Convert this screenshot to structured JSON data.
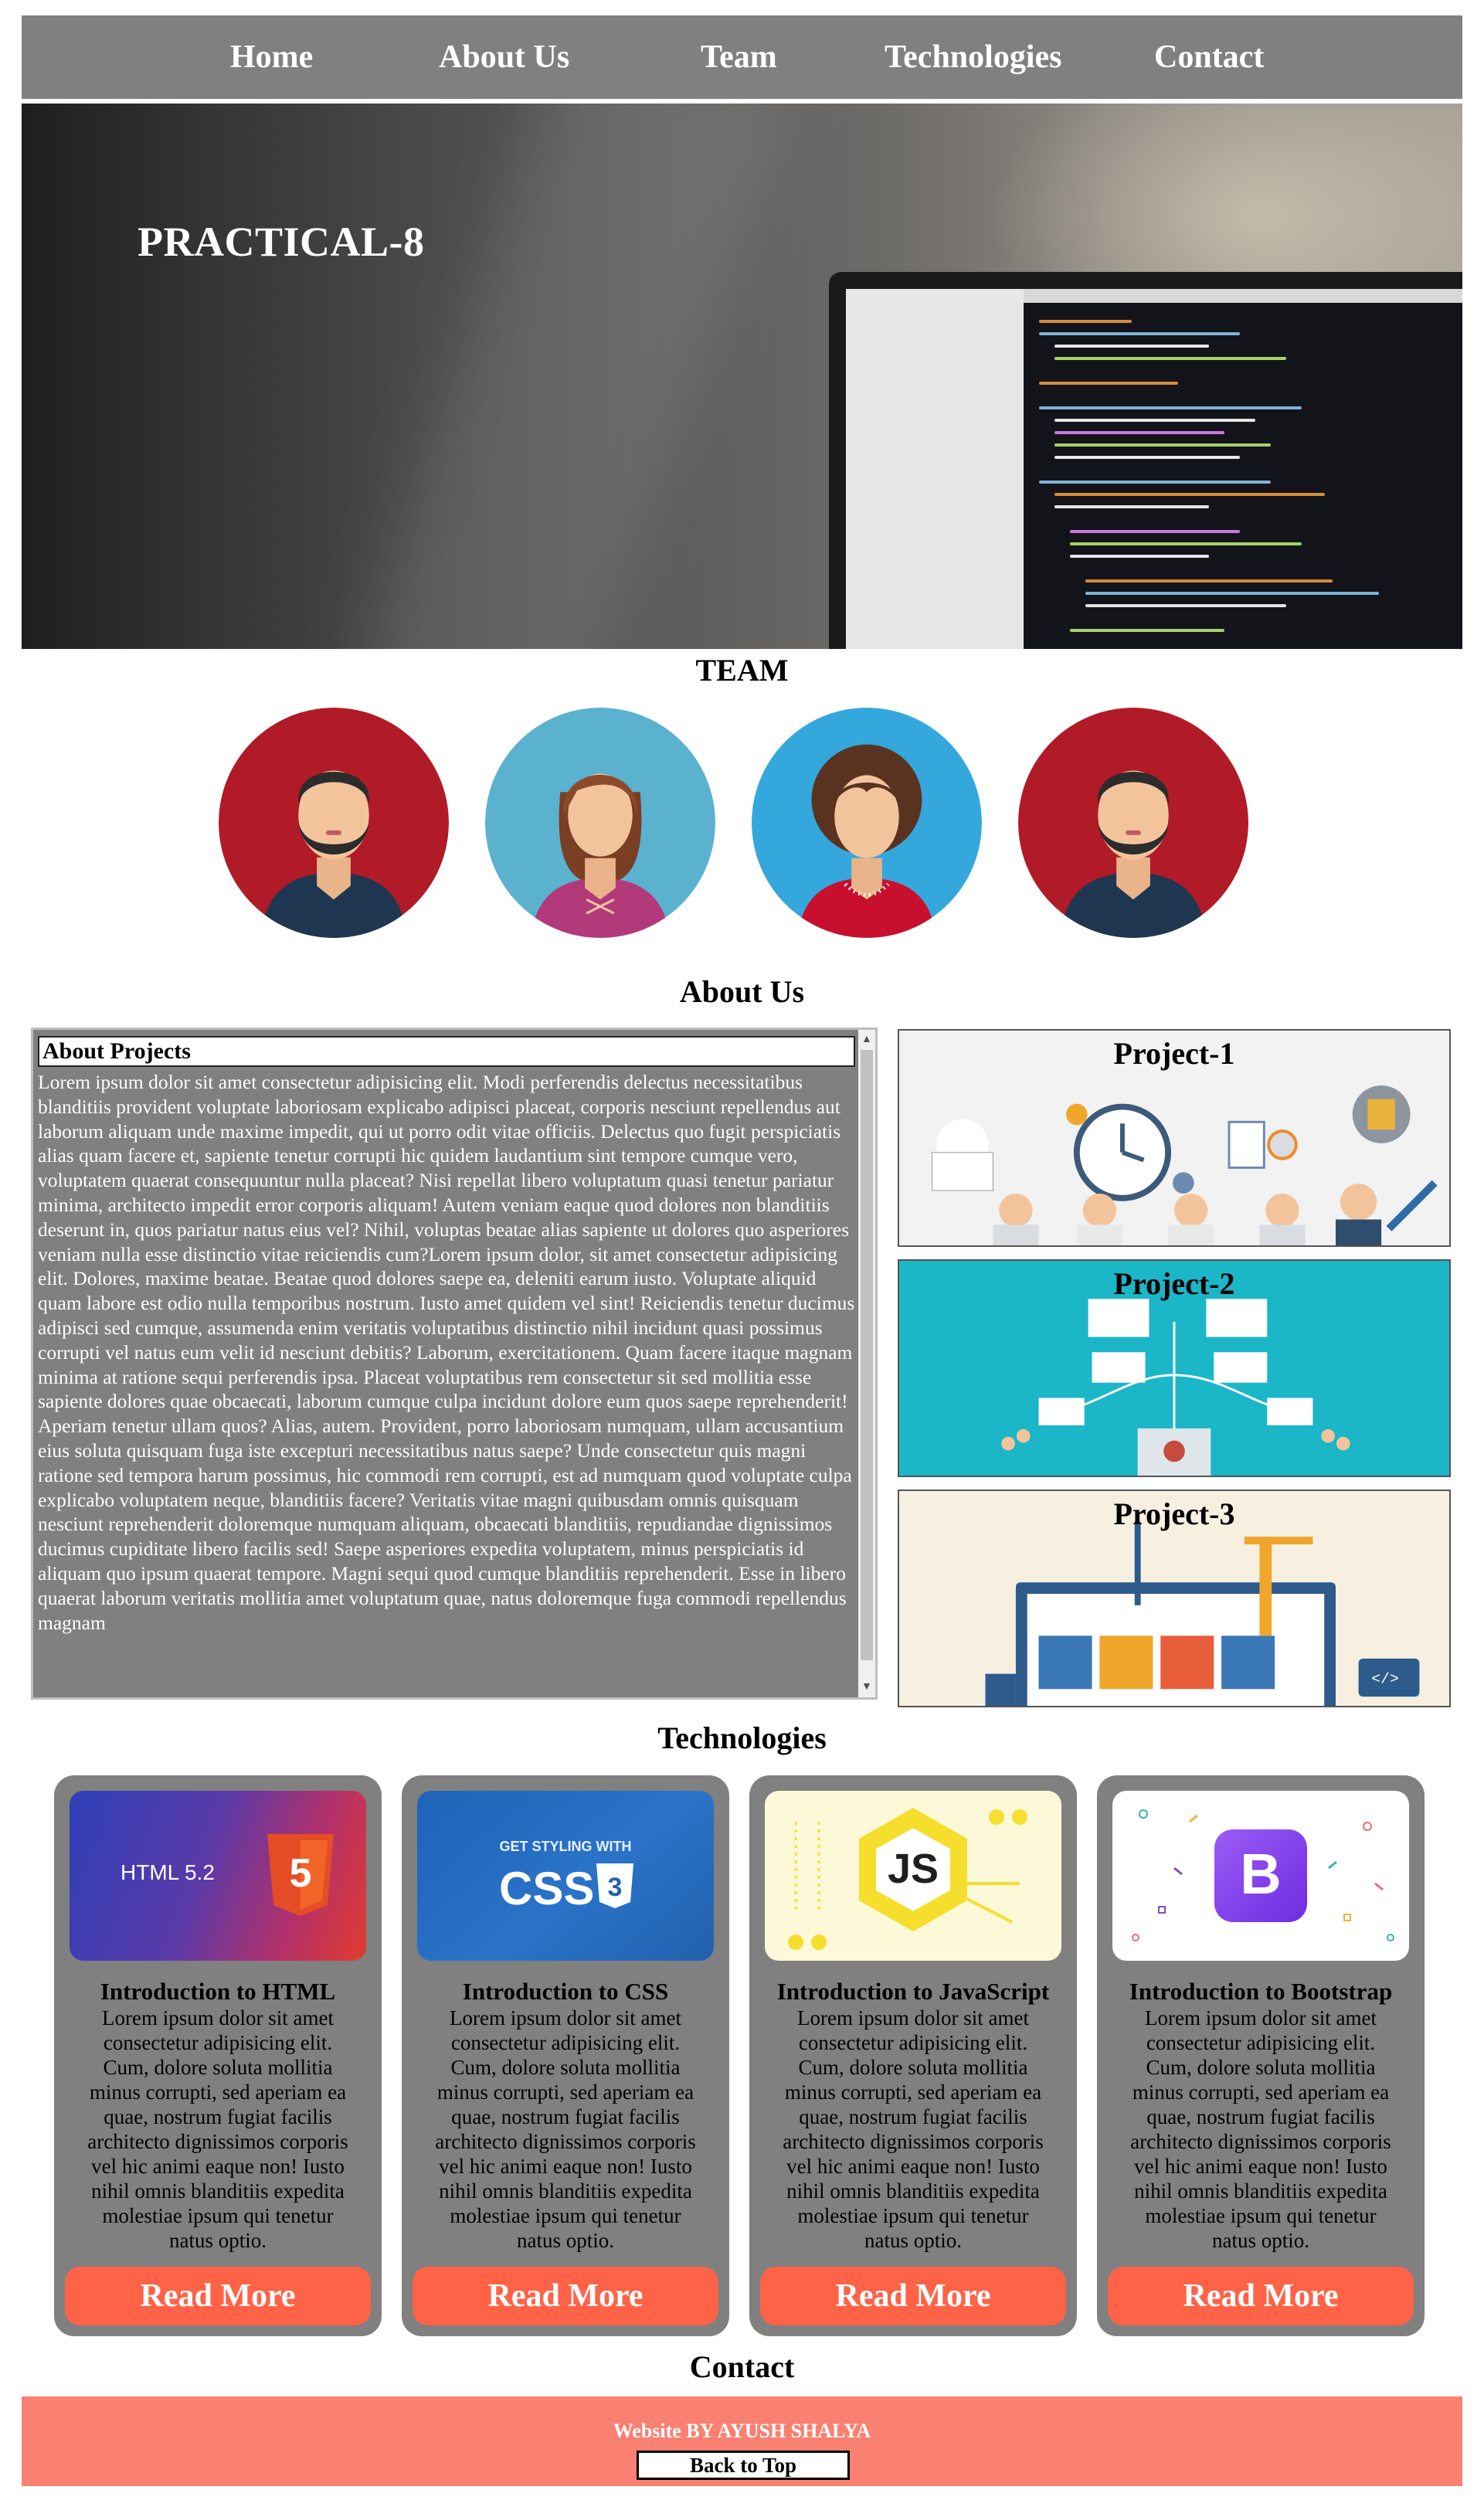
{
  "nav": {
    "items": [
      "Home",
      "About Us",
      "Team",
      "Technologies",
      "Contact"
    ]
  },
  "hero": {
    "title": "PRACTICAL-8"
  },
  "team": {
    "title": "TEAM",
    "members": [
      {
        "avatar": "man-beard-avatar",
        "bg": "#b01b27"
      },
      {
        "avatar": "woman-avatar",
        "bg": "#5bb2cf"
      },
      {
        "avatar": "woman-curly-avatar",
        "bg": "#34a8dc"
      },
      {
        "avatar": "man-beard-avatar",
        "bg": "#b01b27"
      }
    ]
  },
  "about": {
    "title": "About Us",
    "box_heading": "About Projects",
    "text": "Lorem ipsum dolor sit amet consectetur adipisicing elit. Modi perferendis delectus necessitatibus blanditiis provident voluptate laboriosam explicabo adipisci placeat, corporis nesciunt repellendus aut laborum aliquam unde maxime impedit, qui ut porro odit vitae officiis. Delectus quo fugit perspiciatis alias quam facere et, sapiente tenetur corrupti hic quidem laudantium sint tempore cumque vero, voluptatem quaerat consequuntur nulla placeat? Nisi repellat libero voluptatum quasi tenetur pariatur minima, architecto impedit error corporis aliquam! Autem veniam eaque quod dolores non blanditiis deserunt in, quos pariatur natus eius vel? Nihil, voluptas beatae alias sapiente ut dolores quo asperiores veniam nulla esse distinctio vitae reiciendis cum?Lorem ipsum dolor, sit amet consectetur adipisicing elit. Dolores, maxime beatae. Beatae quod dolores saepe ea, deleniti earum iusto. Voluptate aliquid quam labore est odio nulla temporibus nostrum. Iusto amet quidem vel sint! Reiciendis tenetur ducimus adipisci sed cumque, assumenda enim veritatis voluptatibus distinctio nihil incidunt quasi possimus corrupti vel natus eum velit id nesciunt debitis? Laborum, exercitationem. Quam facere itaque magnam minima at ratione sequi perferendis ipsa. Placeat voluptatibus rem consectetur sit sed mollitia esse sapiente dolores quae obcaecati, laborum cumque culpa incidunt dolore eum quos saepe reprehenderit! Aperiam tenetur ullam quos? Alias, autem. Provident, porro laboriosam numquam, ullam accusantium eius soluta quisquam fuga iste excepturi necessitatibus natus saepe? Unde consectetur quis magni ratione sed tempora harum possimus, hic commodi rem corrupti, est ad numquam quod voluptate culpa explicabo voluptatem neque, blanditiis facere? Veritatis vitae magni quibusdam omnis quisquam nesciunt reprehenderit doloremque numquam aliquam, obcaecati blanditiis, repudiandae dignissimos ducimus cupiditate libero facilis sed! Saepe asperiores expedita voluptatem, minus perspiciatis id aliquam quo ipsum quaerat tempore. Magni sequi quod cumque blanditiis reprehenderit. Esse in libero quaerat laborum veritatis mollitia amet voluptatum quae, natus doloremque fuga commodi repellendus magnam",
    "projects": [
      "Project-1",
      "Project-2",
      "Project-3"
    ]
  },
  "technologies": {
    "title": "Technologies",
    "cards": [
      {
        "title": "Introduction to HTML",
        "image_label": "HTML 5.2",
        "icon": "html5-icon",
        "text": "Lorem ipsum dolor sit amet consectetur adipisicing elit. Cum, dolore soluta mollitia minus corrupti, sed aperiam ea quae, nostrum fugiat facilis architecto dignissimos corporis vel hic animi eaque non! Iusto nihil omnis blanditiis expedita molestiae ipsum qui tenetur natus optio.",
        "button": "Read More"
      },
      {
        "title": "Introduction to CSS",
        "image_label": "GET STYLING WITH",
        "image_label2": "CSS",
        "icon": "css3-icon",
        "text": "Lorem ipsum dolor sit amet consectetur adipisicing elit. Cum, dolore soluta mollitia minus corrupti, sed aperiam ea quae, nostrum fugiat facilis architecto dignissimos corporis vel hic animi eaque non! Iusto nihil omnis blanditiis expedita molestiae ipsum qui tenetur natus optio.",
        "button": "Read More"
      },
      {
        "title": "Introduction to JavaScript",
        "image_label": "JS",
        "icon": "javascript-icon",
        "text": "Lorem ipsum dolor sit amet consectetur adipisicing elit. Cum, dolore soluta mollitia minus corrupti, sed aperiam ea quae, nostrum fugiat facilis architecto dignissimos corporis vel hic animi eaque non! Iusto nihil omnis blanditiis expedita molestiae ipsum qui tenetur natus optio.",
        "button": "Read More"
      },
      {
        "title": "Introduction to Bootstrap",
        "image_label": "B",
        "icon": "bootstrap-icon",
        "text": "Lorem ipsum dolor sit amet consectetur adipisicing elit. Cum, dolore soluta mollitia minus corrupti, sed aperiam ea quae, nostrum fugiat facilis architecto dignissimos corporis vel hic animi eaque non! Iusto nihil omnis blanditiis expedita molestiae ipsum qui tenetur natus optio.",
        "button": "Read More"
      }
    ]
  },
  "contact": {
    "title": "Contact"
  },
  "footer": {
    "text": "Website BY AYUSH SHALYA",
    "back_to_top": "Back to Top"
  },
  "colors": {
    "nav_bg": "#808080",
    "accent_button": "#ff6347",
    "footer_bg": "#fa8072"
  }
}
